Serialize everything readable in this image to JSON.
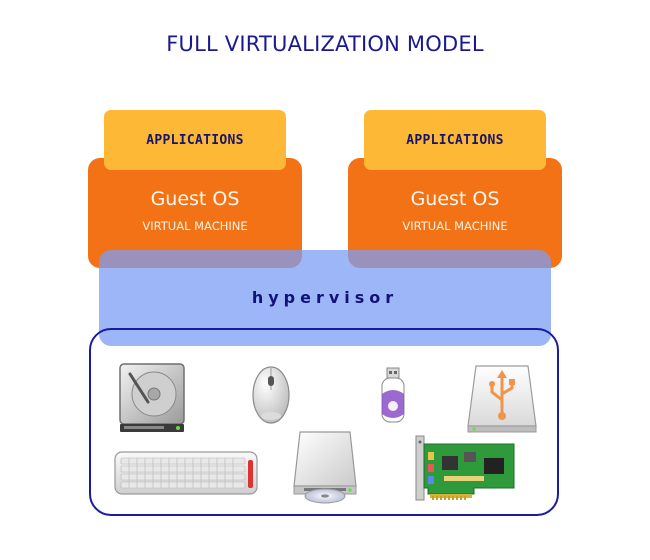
{
  "diagram": {
    "title": "FULL VIRTUALIZATION MODEL",
    "vm_left": {
      "apps_label": "APPLICATIONS",
      "os_label": "Guest OS",
      "vm_label": "VIRTUAL MACHINE"
    },
    "vm_right": {
      "apps_label": "APPLICATIONS",
      "os_label": "Guest OS",
      "vm_label": "VIRTUAL MACHINE"
    },
    "hypervisor_label": "hypervisor",
    "hardware_icons": [
      "hard-drive-icon",
      "mouse-icon",
      "usb-stick-icon",
      "usb-drive-icon",
      "keyboard-icon",
      "optical-drive-icon",
      "expansion-card-icon"
    ]
  },
  "colors": {
    "title": "#1a1a8c",
    "guest_os": "#f47216",
    "applications": "#fdb836",
    "hypervisor": "#7c9ef4",
    "hardware_border": "#1b1ba0"
  }
}
